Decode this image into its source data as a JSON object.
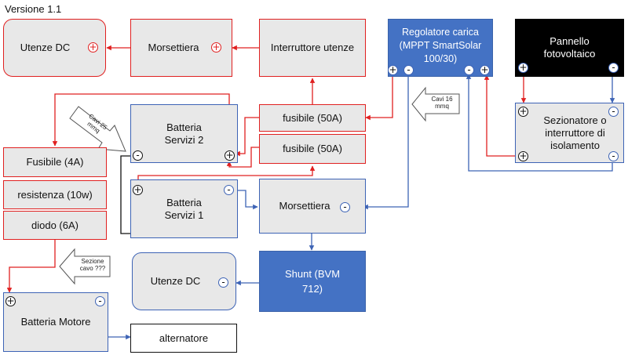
{
  "version": "Versione 1.1",
  "nodes": {
    "utenze_dc_top": "Utenze DC",
    "morsettiera_top": "Morsettiera",
    "interruttore_utenze": "Interruttore utenze",
    "regolatore": "Regolatore carica (MPPT SmartSolar 100/30)",
    "pannello": "Pannello fotovoltaico",
    "batteria_servizi_2": "Batteria Servizi 2",
    "fusibile_50a_1": "fusibile (50A)",
    "fusibile_50a_2": "fusibile (50A)",
    "sezionatore": "Sezionatore o interruttore di isolamento",
    "fusibile_4a": "Fusibile (4A)",
    "resistenza": "resistenza (10w)",
    "diodo": "diodo (6A)",
    "batteria_servizi_1": "Batteria Servizi 1",
    "morsettiera_mid": "Morsettiera",
    "utenze_dc_bottom": "Utenze DC",
    "shunt": "Shunt (BVM 712)",
    "batteria_motore": "Batteria Motore",
    "alternatore": "alternatore"
  },
  "annotations": {
    "cavi_25": "Cavi 25 mmq",
    "cavi_16": "Cavi 16 mmq",
    "sezione_cavo": "Sezione cavo ???"
  },
  "symbols": {
    "plus": "+",
    "minus": "-"
  },
  "colors": {
    "positive": "#e02020",
    "negative": "#3d63b5",
    "shunt": "#4472c4",
    "panel": "#000000"
  }
}
